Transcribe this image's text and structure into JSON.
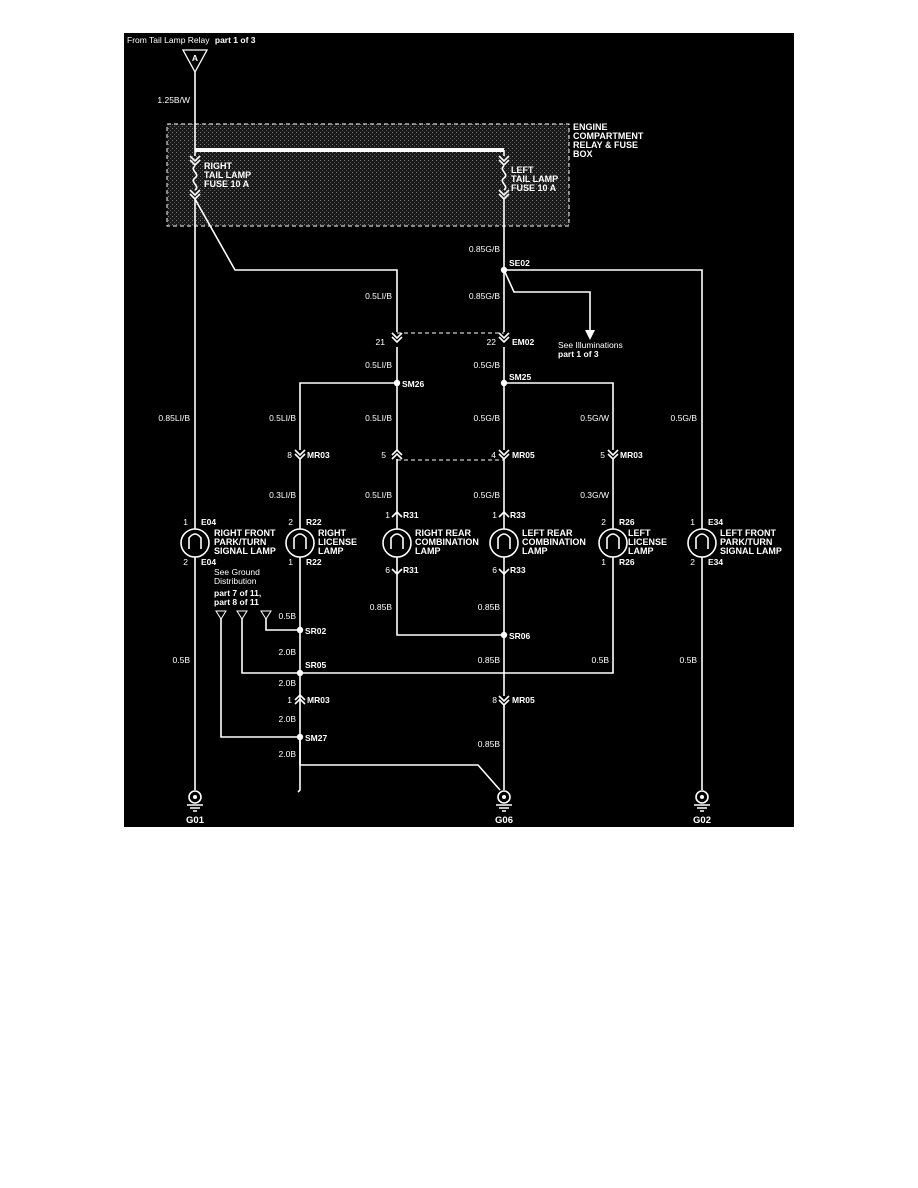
{
  "source": {
    "prefix": "From Tail Lamp Relay",
    "part": "part 1 of 3",
    "connector": "A"
  },
  "fuse_box": {
    "line1": "ENGINE",
    "line2": "COMPARTMENT",
    "line3": "RELAY & FUSE",
    "line4": "BOX"
  },
  "fuses": {
    "right": {
      "line1": "RIGHT",
      "line2": "TAIL LAMP",
      "line3": "FUSE 10 A"
    },
    "left": {
      "line1": "LEFT",
      "line2": "TAIL LAMP",
      "line3": "FUSE 10 A"
    }
  },
  "wires": {
    "w1": "1.25B/W",
    "w2": "0.85G/B",
    "w3": "0.5LI/B",
    "w4": "0.85G/B",
    "w5": "0.5LI/B",
    "w6": "0.5G/B",
    "w7": "0.85LI/B",
    "w8": "0.5LI/B",
    "w9": "0.5LI/B",
    "w10": "0.5G/B",
    "w11": "0.5G/W",
    "w12": "0.5G/B",
    "w13": "0.3LI/B",
    "w14": "0.5LI/B",
    "w15": "0.5G/B",
    "w16": "0.3G/W",
    "w17": "0.85B",
    "w18": "0.85B",
    "w19": "0.5B",
    "w20": "0.5B",
    "w21": "2.0B",
    "w22": "0.85B",
    "w23": "0.5B",
    "w24": "0.5B",
    "w25": "2.0B",
    "w26": "2.0B",
    "w27": "0.85B",
    "w28": "2.0B"
  },
  "splices": {
    "se02": "SE02",
    "sm26": "SM26",
    "sm25": "SM25",
    "sr02": "SR02",
    "sr05": "SR05",
    "sr06": "SR06",
    "sm27": "SM27"
  },
  "connectors": {
    "em02": "EM02",
    "pin21": "21",
    "pin22": "22",
    "mr03a": "MR03",
    "mr03a_pin": "8",
    "mr05a": "MR05",
    "mr05a_pin": "4",
    "pin5": "5",
    "mr03b": "MR03",
    "mr03b_pin": "5",
    "mr03c": "MR03",
    "mr03c_pin": "1",
    "mr05b": "MR05",
    "mr05b_pin": "8"
  },
  "illum": {
    "line1": "See Illuminations",
    "line2": "part 1 of 3"
  },
  "lamps": {
    "e04": {
      "conn_top": "E04",
      "conn_bot": "E04",
      "pin_top": "1",
      "pin_bot": "2",
      "line1": "RIGHT FRONT",
      "line2": "PARK/TURN",
      "line3": "SIGNAL LAMP"
    },
    "r22": {
      "conn_top": "R22",
      "conn_bot": "R22",
      "pin_top": "2",
      "pin_bot": "1",
      "line1": "RIGHT",
      "line2": "LICENSE",
      "line3": "LAMP"
    },
    "r31": {
      "conn_top": "R31",
      "conn_bot": "R31",
      "pin_top": "1",
      "pin_bot": "6",
      "line1": "RIGHT REAR",
      "line2": "COMBINATION",
      "line3": "LAMP"
    },
    "r33": {
      "conn_top": "R33",
      "conn_bot": "R33",
      "pin_top": "1",
      "pin_bot": "6",
      "line1": "LEFT REAR",
      "line2": "COMBINATION",
      "line3": "LAMP"
    },
    "r26": {
      "conn_top": "R26",
      "conn_bot": "R26",
      "pin_top": "2",
      "pin_bot": "1",
      "line1": "LEFT",
      "line2": "LICENSE",
      "line3": "LAMP"
    },
    "e34": {
      "conn_top": "E34",
      "conn_bot": "E34",
      "pin_top": "1",
      "pin_bot": "2",
      "line1": "LEFT FRONT",
      "line2": "PARK/TURN",
      "line3": "SIGNAL LAMP"
    }
  },
  "ground_ref": {
    "line1": "See Ground",
    "line2": "Distribution",
    "line3": "part 7 of 11,",
    "line4": "part 8 of 11"
  },
  "grounds": {
    "g01": "G01",
    "g06": "G06",
    "g02": "G02"
  }
}
